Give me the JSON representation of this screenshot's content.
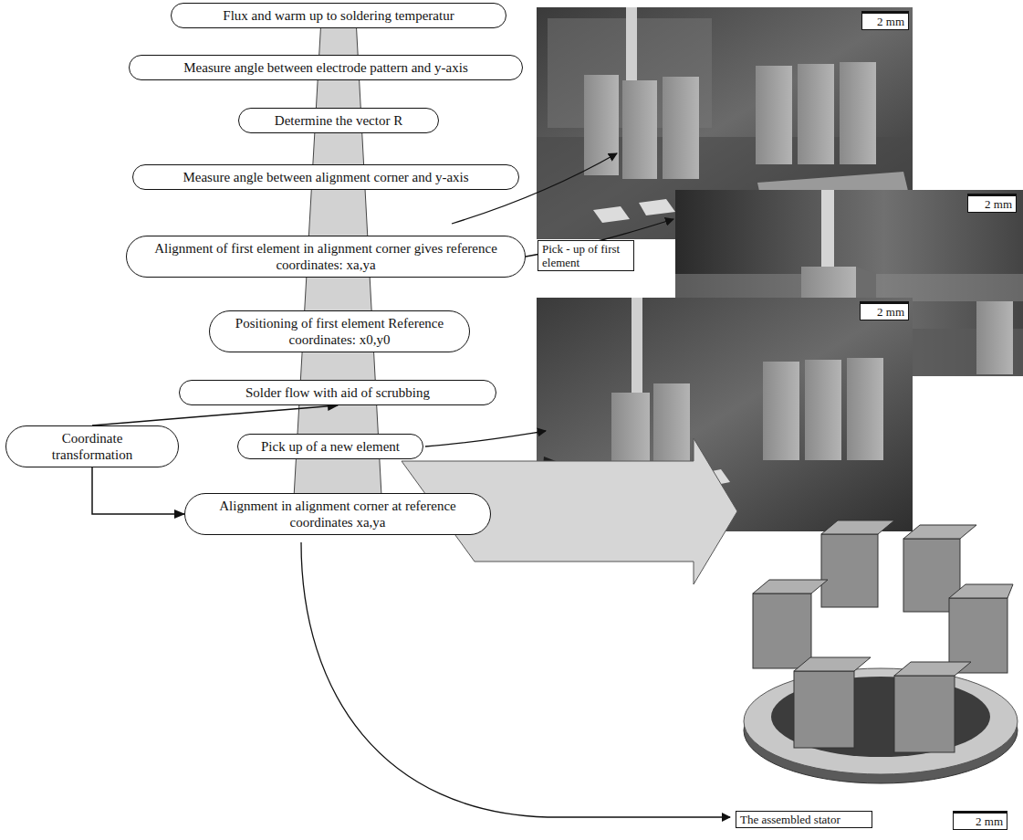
{
  "diagram": {
    "nodes": [
      {
        "text": [
          "Flux and warm up to soldering temperatur"
        ]
      },
      {
        "text": [
          "Measure angle between electrode pattern and y-axis"
        ]
      },
      {
        "text": [
          "Determine the vector R"
        ]
      },
      {
        "text": [
          "Measure angle between alignment corner and y-axis"
        ]
      },
      {
        "text": [
          "Alignment of first element in alignment corner gives reference coordinates: xa,ya"
        ]
      },
      {
        "text": [
          "Positioning of first element Reference coordinates: x0,y0"
        ]
      },
      {
        "text": [
          "Solder flow with aid of scrubbing"
        ]
      },
      {
        "text": [
          "Coordinate transformation"
        ]
      },
      {
        "text": [
          "Pick up of a new element"
        ]
      },
      {
        "text": [
          "Alignment in alignment corner at reference coordinates xa,ya"
        ]
      }
    ],
    "edges": [
      {
        "from": 7,
        "to": 6,
        "arrow": "to"
      },
      {
        "from": 7,
        "to": 9,
        "arrow": "to"
      }
    ],
    "labels": [
      "2 mm",
      "Pick - up of first element",
      "2 mm",
      "2 mm",
      "The assembled stator",
      "2 mm"
    ]
  }
}
